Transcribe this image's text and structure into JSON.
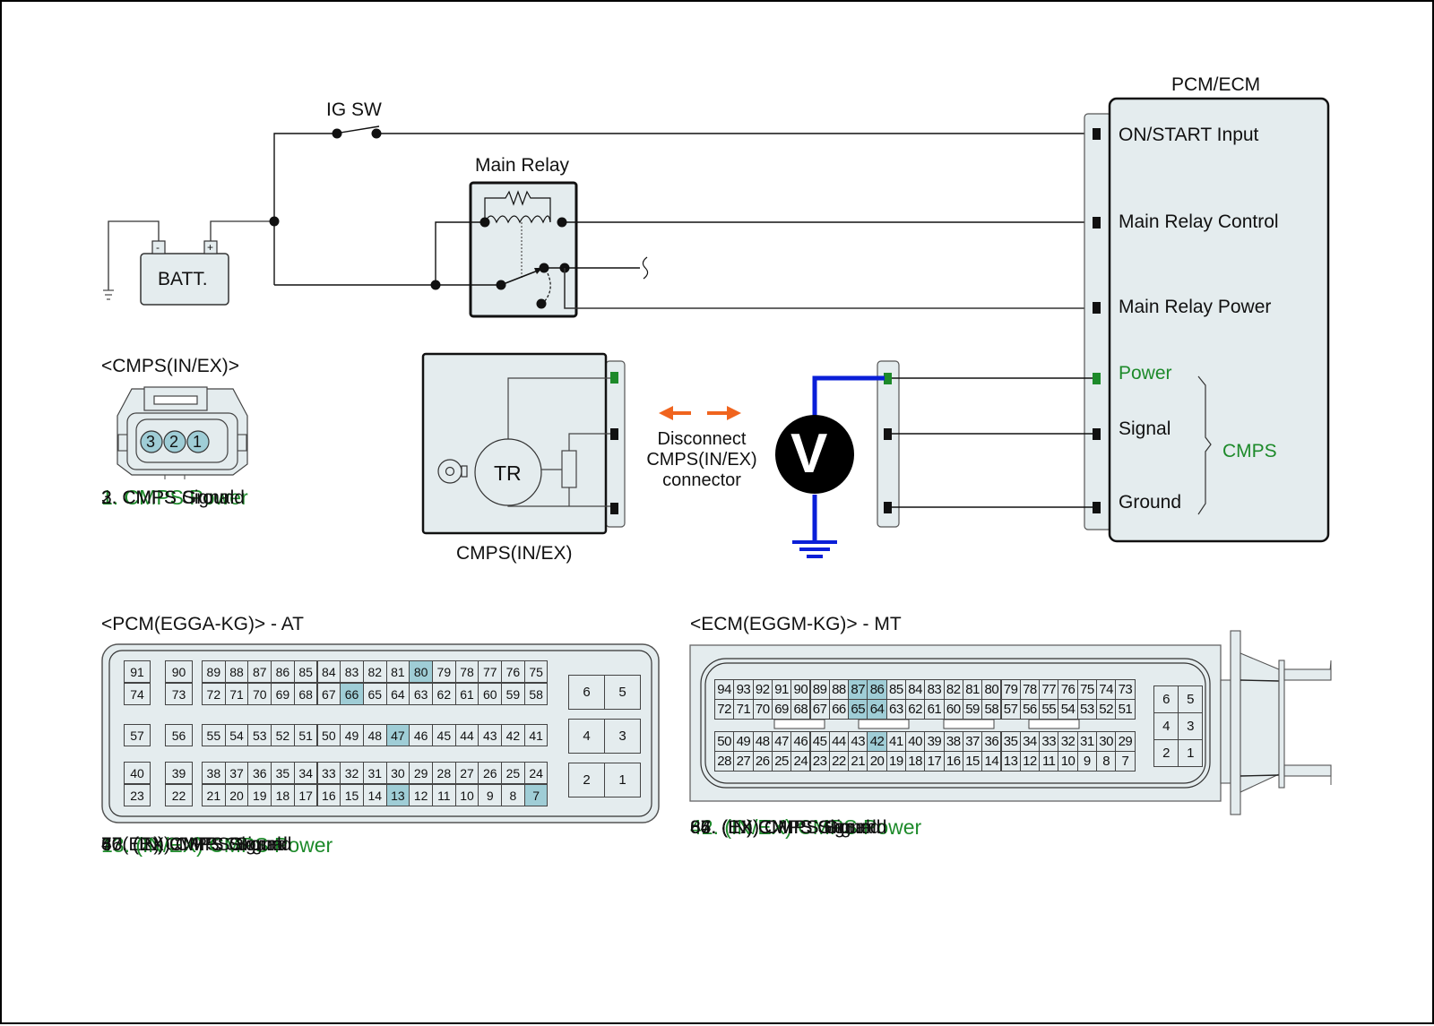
{
  "diagram": {
    "components": {
      "ig_switch": "IG SW",
      "main_relay": "Main Relay",
      "battery": "BATT.",
      "battery_neg": "-",
      "battery_pos": "+",
      "pcm_ecm": "PCM/ECM",
      "sensor_label": "CMPS(IN/EX)",
      "sensor_tr": "TR",
      "voltmeter": "V"
    },
    "pcm_terminals": [
      {
        "label": "ON/START Input",
        "color": "#111111"
      },
      {
        "label": "Main Relay Control",
        "color": "#111111"
      },
      {
        "label": "Main Relay Power",
        "color": "#111111"
      },
      {
        "label": "Power",
        "color": "#1d8a2a"
      },
      {
        "label": "Signal",
        "color": "#111111"
      },
      {
        "label": "Ground",
        "color": "#111111"
      }
    ],
    "cmps_group_label": "CMPS",
    "instruction": {
      "line1": "Disconnect",
      "line2": "CMPS(IN/EX)",
      "line3": "connector"
    },
    "colors": {
      "accent_green": "#1d8a2a",
      "probe_blue": "#0a1fd8",
      "arrow_orange": "#f0641e",
      "pin_highlight": "#9fcdd6",
      "component_fill": "#e4ecee"
    }
  },
  "cmps_connector": {
    "title": "<CMPS(IN/EX)>",
    "pins": [
      "3",
      "2",
      "1"
    ],
    "legend": [
      {
        "text": "1. CMPS Power",
        "highlight": true
      },
      {
        "text": "2. CMPS Signal",
        "highlight": false
      },
      {
        "text": "3. CMPS Ground",
        "highlight": false
      }
    ]
  },
  "pcm_connector": {
    "title": "<PCM(EGGA-KG)> - AT",
    "rows": [
      [
        "91",
        "90",
        "89",
        "88",
        "87",
        "86",
        "85",
        "84",
        "83",
        "82",
        "81",
        "80",
        "79",
        "78",
        "77",
        "76",
        "75"
      ],
      [
        "74",
        "73",
        "72",
        "71",
        "70",
        "69",
        "68",
        "67",
        "66",
        "65",
        "64",
        "63",
        "62",
        "61",
        "60",
        "59",
        "58"
      ],
      [
        "57",
        "56",
        "55",
        "54",
        "53",
        "52",
        "51",
        "50",
        "49",
        "48",
        "47",
        "46",
        "45",
        "44",
        "43",
        "42",
        "41"
      ],
      [
        "40",
        "39",
        "38",
        "37",
        "36",
        "35",
        "34",
        "33",
        "32",
        "31",
        "30",
        "29",
        "28",
        "27",
        "26",
        "25",
        "24"
      ],
      [
        "23",
        "22",
        "21",
        "20",
        "19",
        "18",
        "17",
        "16",
        "15",
        "14",
        "13",
        "12",
        "11",
        "10",
        "9",
        "8",
        "7"
      ]
    ],
    "power_pins": [
      [
        "6",
        "5"
      ],
      [
        "4",
        "3"
      ],
      [
        "2",
        "1"
      ]
    ],
    "highlighted": [
      "80",
      "66",
      "47",
      "13",
      "7"
    ],
    "legend": [
      {
        "text": "7. (EX) CMPS Ground",
        "highlight": false
      },
      {
        "text": "13. (IN/EX) CMPS Power",
        "highlight": true
      },
      {
        "text": "47. (EX) CMPS Signal",
        "highlight": false
      },
      {
        "text": "66. (IN) CMPS Signal",
        "highlight": false
      },
      {
        "text": "80. (IN) CMPS Ground",
        "highlight": false
      }
    ]
  },
  "ecm_connector": {
    "title": "<ECM(EGGM-KG)> - MT",
    "rows": [
      [
        "94",
        "93",
        "92",
        "91",
        "90",
        "89",
        "88",
        "87",
        "86",
        "85",
        "84",
        "83",
        "82",
        "81",
        "80",
        "79",
        "78",
        "77",
        "76",
        "75",
        "74",
        "73"
      ],
      [
        "72",
        "71",
        "70",
        "69",
        "68",
        "67",
        "66",
        "65",
        "64",
        "63",
        "62",
        "61",
        "60",
        "59",
        "58",
        "57",
        "56",
        "55",
        "54",
        "53",
        "52",
        "51"
      ],
      [
        "50",
        "49",
        "48",
        "47",
        "46",
        "45",
        "44",
        "43",
        "42",
        "41",
        "40",
        "39",
        "38",
        "37",
        "36",
        "35",
        "34",
        "33",
        "32",
        "31",
        "30",
        "29"
      ],
      [
        "28",
        "27",
        "26",
        "25",
        "24",
        "23",
        "22",
        "21",
        "20",
        "19",
        "18",
        "17",
        "16",
        "15",
        "14",
        "13",
        "12",
        "11",
        "10",
        "9",
        "8",
        "7"
      ]
    ],
    "power_pins": [
      [
        "6",
        "5"
      ],
      [
        "4",
        "3"
      ],
      [
        "2",
        "1"
      ]
    ],
    "highlighted": [
      "87",
      "86",
      "65",
      "64",
      "42"
    ],
    "legend": [
      {
        "text": "42. (IN/EX) CMPS Power",
        "highlight": true
      },
      {
        "text": "64. (EX) CMPS Ground",
        "highlight": false
      },
      {
        "text": "65. (EX) CMPS Signal",
        "highlight": false
      },
      {
        "text": "86. (IN) CMPS Ground",
        "highlight": false
      },
      {
        "text": "87. (IN) CMPS Signal",
        "highlight": false
      }
    ]
  }
}
